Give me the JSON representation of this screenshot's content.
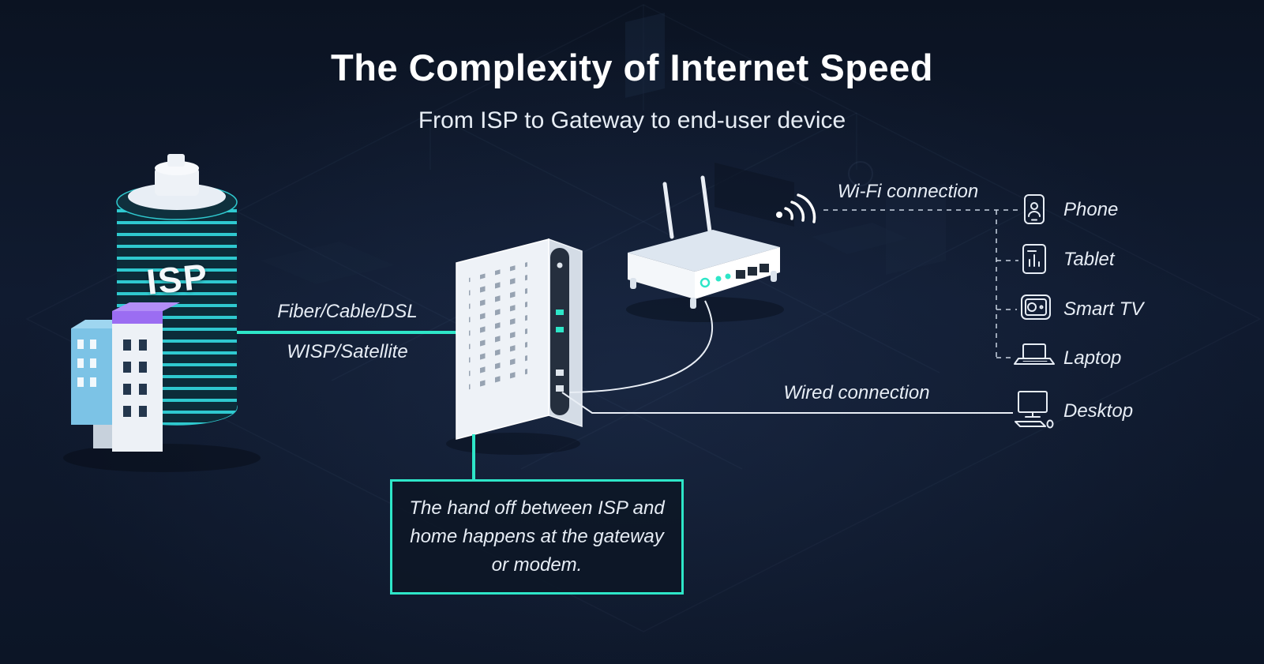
{
  "header": {
    "title": "The Complexity of Internet Speed",
    "subtitle": "From ISP to Gateway to end-user device"
  },
  "colors": {
    "background": "#0e1726",
    "accent": "#2ee6c8",
    "text_primary": "#ffffff",
    "text_soft": "#e7edf5"
  },
  "isp": {
    "label": "ISP"
  },
  "connections": {
    "fiber_label": "Fiber/Cable/DSL",
    "wisp_label": "WISP/Satellite",
    "wifi_label": "Wi-Fi connection",
    "wired_label": "Wired connection"
  },
  "devices": [
    {
      "icon": "phone-icon",
      "label": "Phone"
    },
    {
      "icon": "tablet-icon",
      "label": "Tablet"
    },
    {
      "icon": "smart-tv-icon",
      "label": "Smart TV"
    },
    {
      "icon": "laptop-icon",
      "label": "Laptop"
    },
    {
      "icon": "desktop-icon",
      "label": "Desktop"
    }
  ],
  "callout": {
    "text": "The hand off between ISP and home happens at the gateway or modem."
  }
}
